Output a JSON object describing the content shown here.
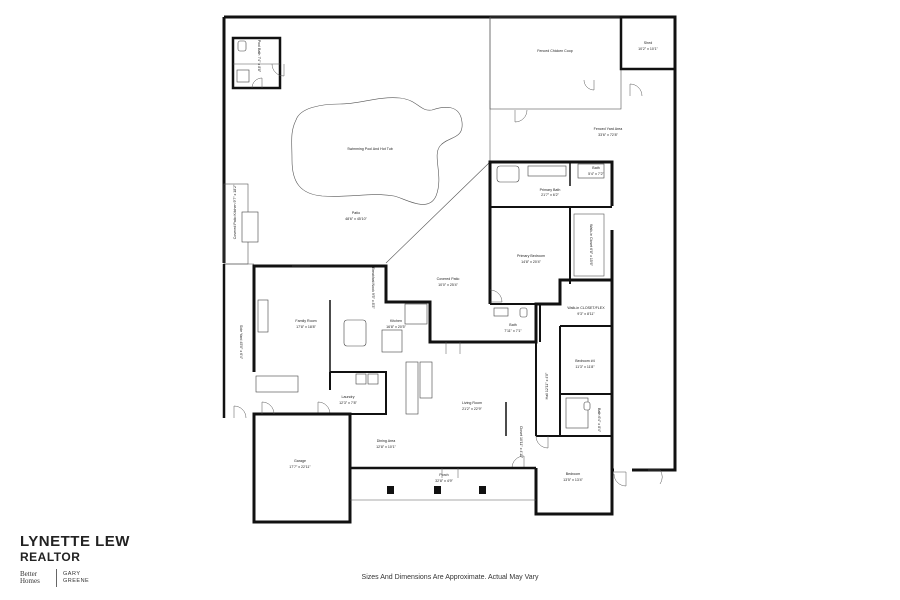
{
  "rooms": {
    "pool_bath": {
      "name": "Pool Bath",
      "dims": "7'4\" x 8'8\""
    },
    "fenced_chicken_coop": {
      "name": "Fenced Chicken Coop"
    },
    "shed": {
      "name": "Shed",
      "dims": "10'2\" x 10'1\""
    },
    "swimming_pool": {
      "name": "Swimming Pool And Hot Tub"
    },
    "fenced_yard": {
      "name": "Fenced Yard Area",
      "dims": "33'6\" x 72'8\""
    },
    "patio": {
      "name": "Patio",
      "dims": "48'6\" x 45'10\""
    },
    "covered_patio_kitchen": {
      "name": "Covered Patio Kitchen",
      "dims": "9'7\" x 18'2\""
    },
    "primary_bath": {
      "name": "Primary Bath",
      "dims": "21'7\" x 6'2\""
    },
    "bath_top": {
      "name": "Bath",
      "dims": "5'4\" x 7'2\""
    },
    "primary_bedroom": {
      "name": "Primary Bedroom",
      "dims": "14'8\" x 20'4\""
    },
    "walk_in_closet": {
      "name": "Walk-in Closet",
      "dims": "6'8\" x 15'6\""
    },
    "covered_patio": {
      "name": "Covered Patio",
      "dims": "10'0\" x 25'4\""
    },
    "breakfast_nook": {
      "name": "Breakfast Nook",
      "dims": "9'5\" x 8'3\""
    },
    "family_room": {
      "name": "Family Room",
      "dims": "17'8\" x 18'8\""
    },
    "kitchen": {
      "name": "Kitchen",
      "dims": "16'8\" x 20'5\""
    },
    "bath_mid": {
      "name": "Bath",
      "dims": "7'11\" x 7'1\""
    },
    "walk_in_closet_flex": {
      "name": "Walk-in CLOSET/FLEX",
      "dims": "9'3\" x 8'11\""
    },
    "side_yard": {
      "name": "Side Yard",
      "dims": "45'0\" x 6'4\""
    },
    "bedroom4": {
      "name": "Bedroom #4",
      "dims": "11'3\" x 11'8\""
    },
    "hall": {
      "name": "Hall",
      "dims": "12'11\" x 4'0\""
    },
    "laundry": {
      "name": "Laundry",
      "dims": "12'3\" x 7'8\""
    },
    "living_room": {
      "name": "Living Room",
      "dims": "21'2\" x 22'9\""
    },
    "bath_small": {
      "name": "Bath",
      "dims": "6'4\" x 8'4\""
    },
    "closet": {
      "name": "Closet",
      "dims": "10'11\" x 4'11\""
    },
    "garage": {
      "name": "Garage",
      "dims": "17'7\" x 22'11\""
    },
    "dining_area": {
      "name": "Dining Area",
      "dims": "12'8\" x 10'1\""
    },
    "porch": {
      "name": "Porch",
      "dims": "32'8\" x 4'9\""
    },
    "bedroom": {
      "name": "Bedroom",
      "dims": "13'5\" x 13'4\""
    }
  },
  "branding": {
    "agent_name": "LYNETTE LEW",
    "agent_title": "REALTOR",
    "brokerage_logo_line1": "Better",
    "brokerage_logo_line2": "Homes",
    "brokerage_name_line1": "GARY",
    "brokerage_name_line2": "GREENE"
  },
  "footer_note": "Sizes And Dimensions Are Approximate. Actual May Vary",
  "colors": {
    "wall": "#111111",
    "thin_line": "#555555",
    "text": "#222222",
    "background": "#ffffff"
  }
}
